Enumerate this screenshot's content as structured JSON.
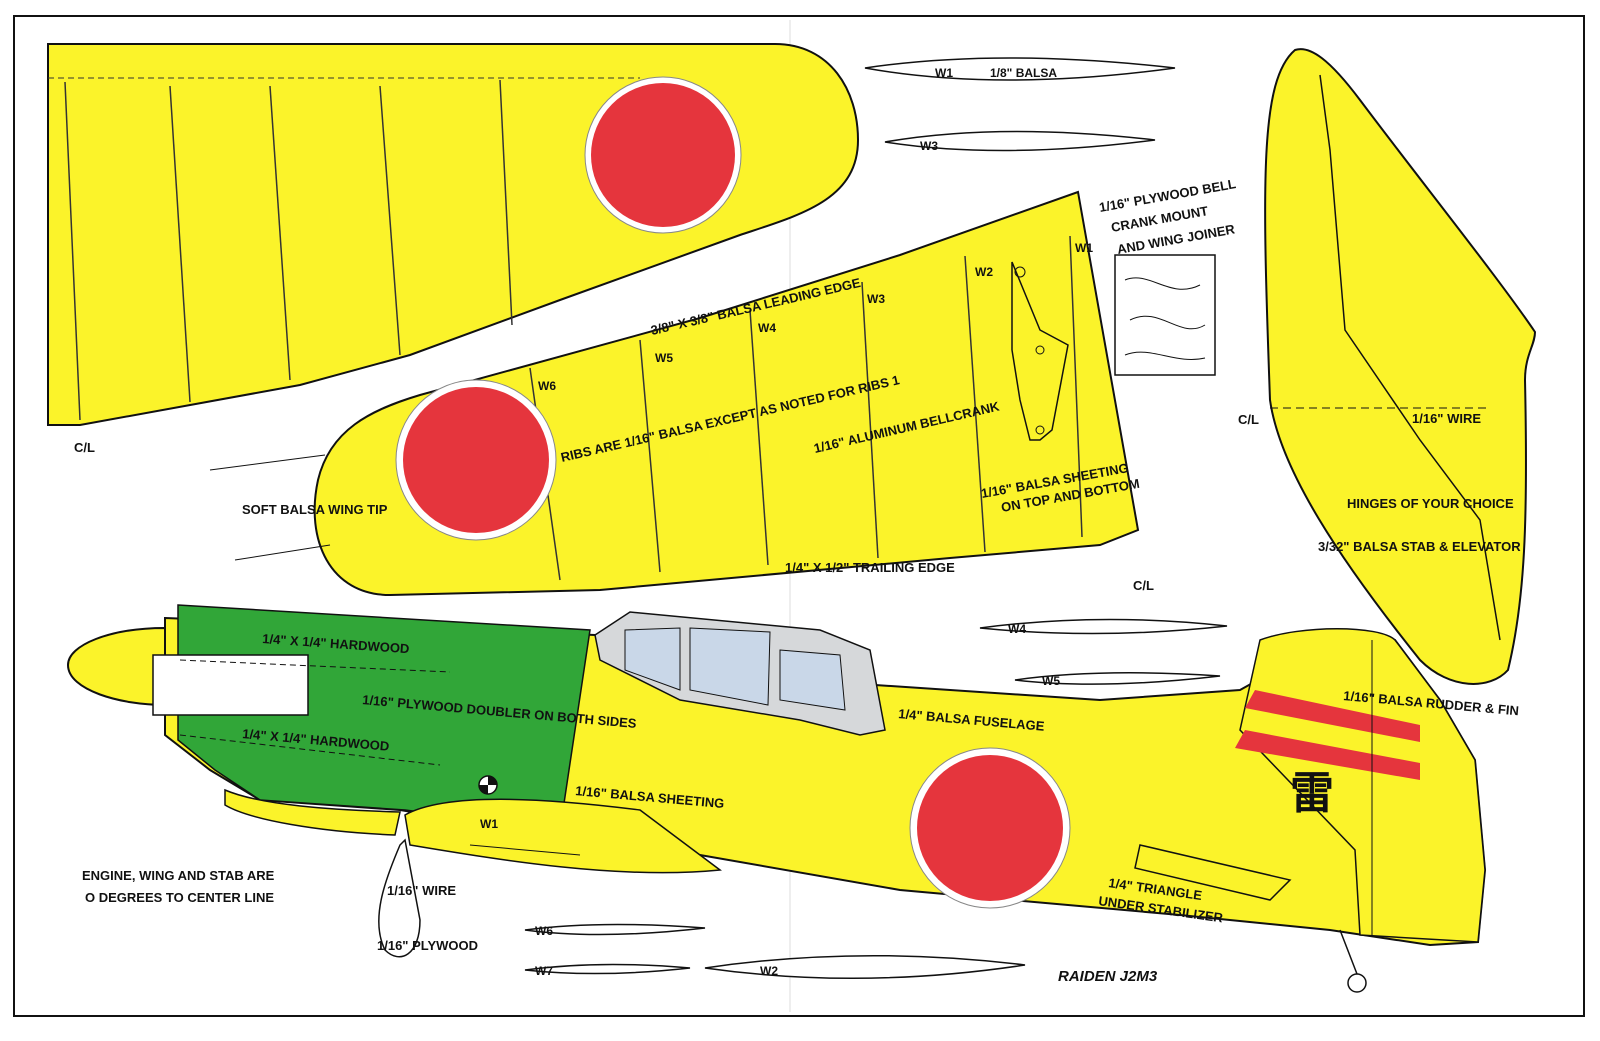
{
  "colors": {
    "part_fill": "#fbf32a",
    "nose_fill": "#31a638",
    "hinomaru": "#e5353d",
    "stripe": "#e5353d",
    "canopy": "#c9d7e8",
    "outline": "#111111"
  },
  "title": "RAIDEN J2M3",
  "kanji": "雷",
  "rib_tags": {
    "w1_top": "W1",
    "w3_top": "W3",
    "w4_right": "W4",
    "w5_right": "W5",
    "w6_bottom": "W6",
    "w7_bottom": "W7",
    "w2_bottom": "W2",
    "w1_fuse": "W1"
  },
  "wing_rib_tags": [
    "W1",
    "W2",
    "W3",
    "W4",
    "W5",
    "W6"
  ],
  "labels": {
    "rib_material": "1/8\" BALSA",
    "cl_left": "C/L",
    "cl_wing": "C/L",
    "cl_stab": "C/L",
    "bellcrank_mount": [
      "1/16\" PLYWOOD BELL",
      "CRANK MOUNT",
      "AND WING JOINER"
    ],
    "leading_edge": "3/8\" X 3/8\" BALSA LEADING EDGE",
    "ribs_note": "RIBS ARE 1/16\" BALSA EXCEPT AS NOTED FOR RIBS 1",
    "bellcrank": "1/16\" ALUMINUM BELLCRANK",
    "sheeting": [
      "1/16\" BALSA SHEETING",
      "ON TOP AND BOTTOM"
    ],
    "wing_tip": "SOFT BALSA WING TIP",
    "trailing_edge": "1/4\" X 1/2\" TRAILING EDGE",
    "stab_wire": "1/16\" WIRE",
    "hinges": "HINGES OF YOUR CHOICE",
    "stab": "3/32\" BALSA STAB & ELEVATOR",
    "hardwood_top": "1/4\" X 1/4\" HARDWOOD",
    "doubler": "1/16\" PLYWOOD  DOUBLER ON BOTH SIDES",
    "hardwood_bottom": "1/4\" X 1/4\" HARDWOOD",
    "fuselage": "1/4\" BALSA FUSELAGE",
    "rudder": "1/16\" BALSA RUDDER & FIN",
    "fuse_sheeting": "1/16\" BALSA SHEETING",
    "triangle": [
      "1/4\" TRIANGLE",
      "UNDER STABILIZER"
    ],
    "gear_wire": "1/16\" WIRE",
    "gear_plywood": "1/16\" PLYWOOD",
    "note": [
      "ENGINE, WING AND STAB ARE",
      "O DEGREES TO CENTER LINE"
    ]
  }
}
